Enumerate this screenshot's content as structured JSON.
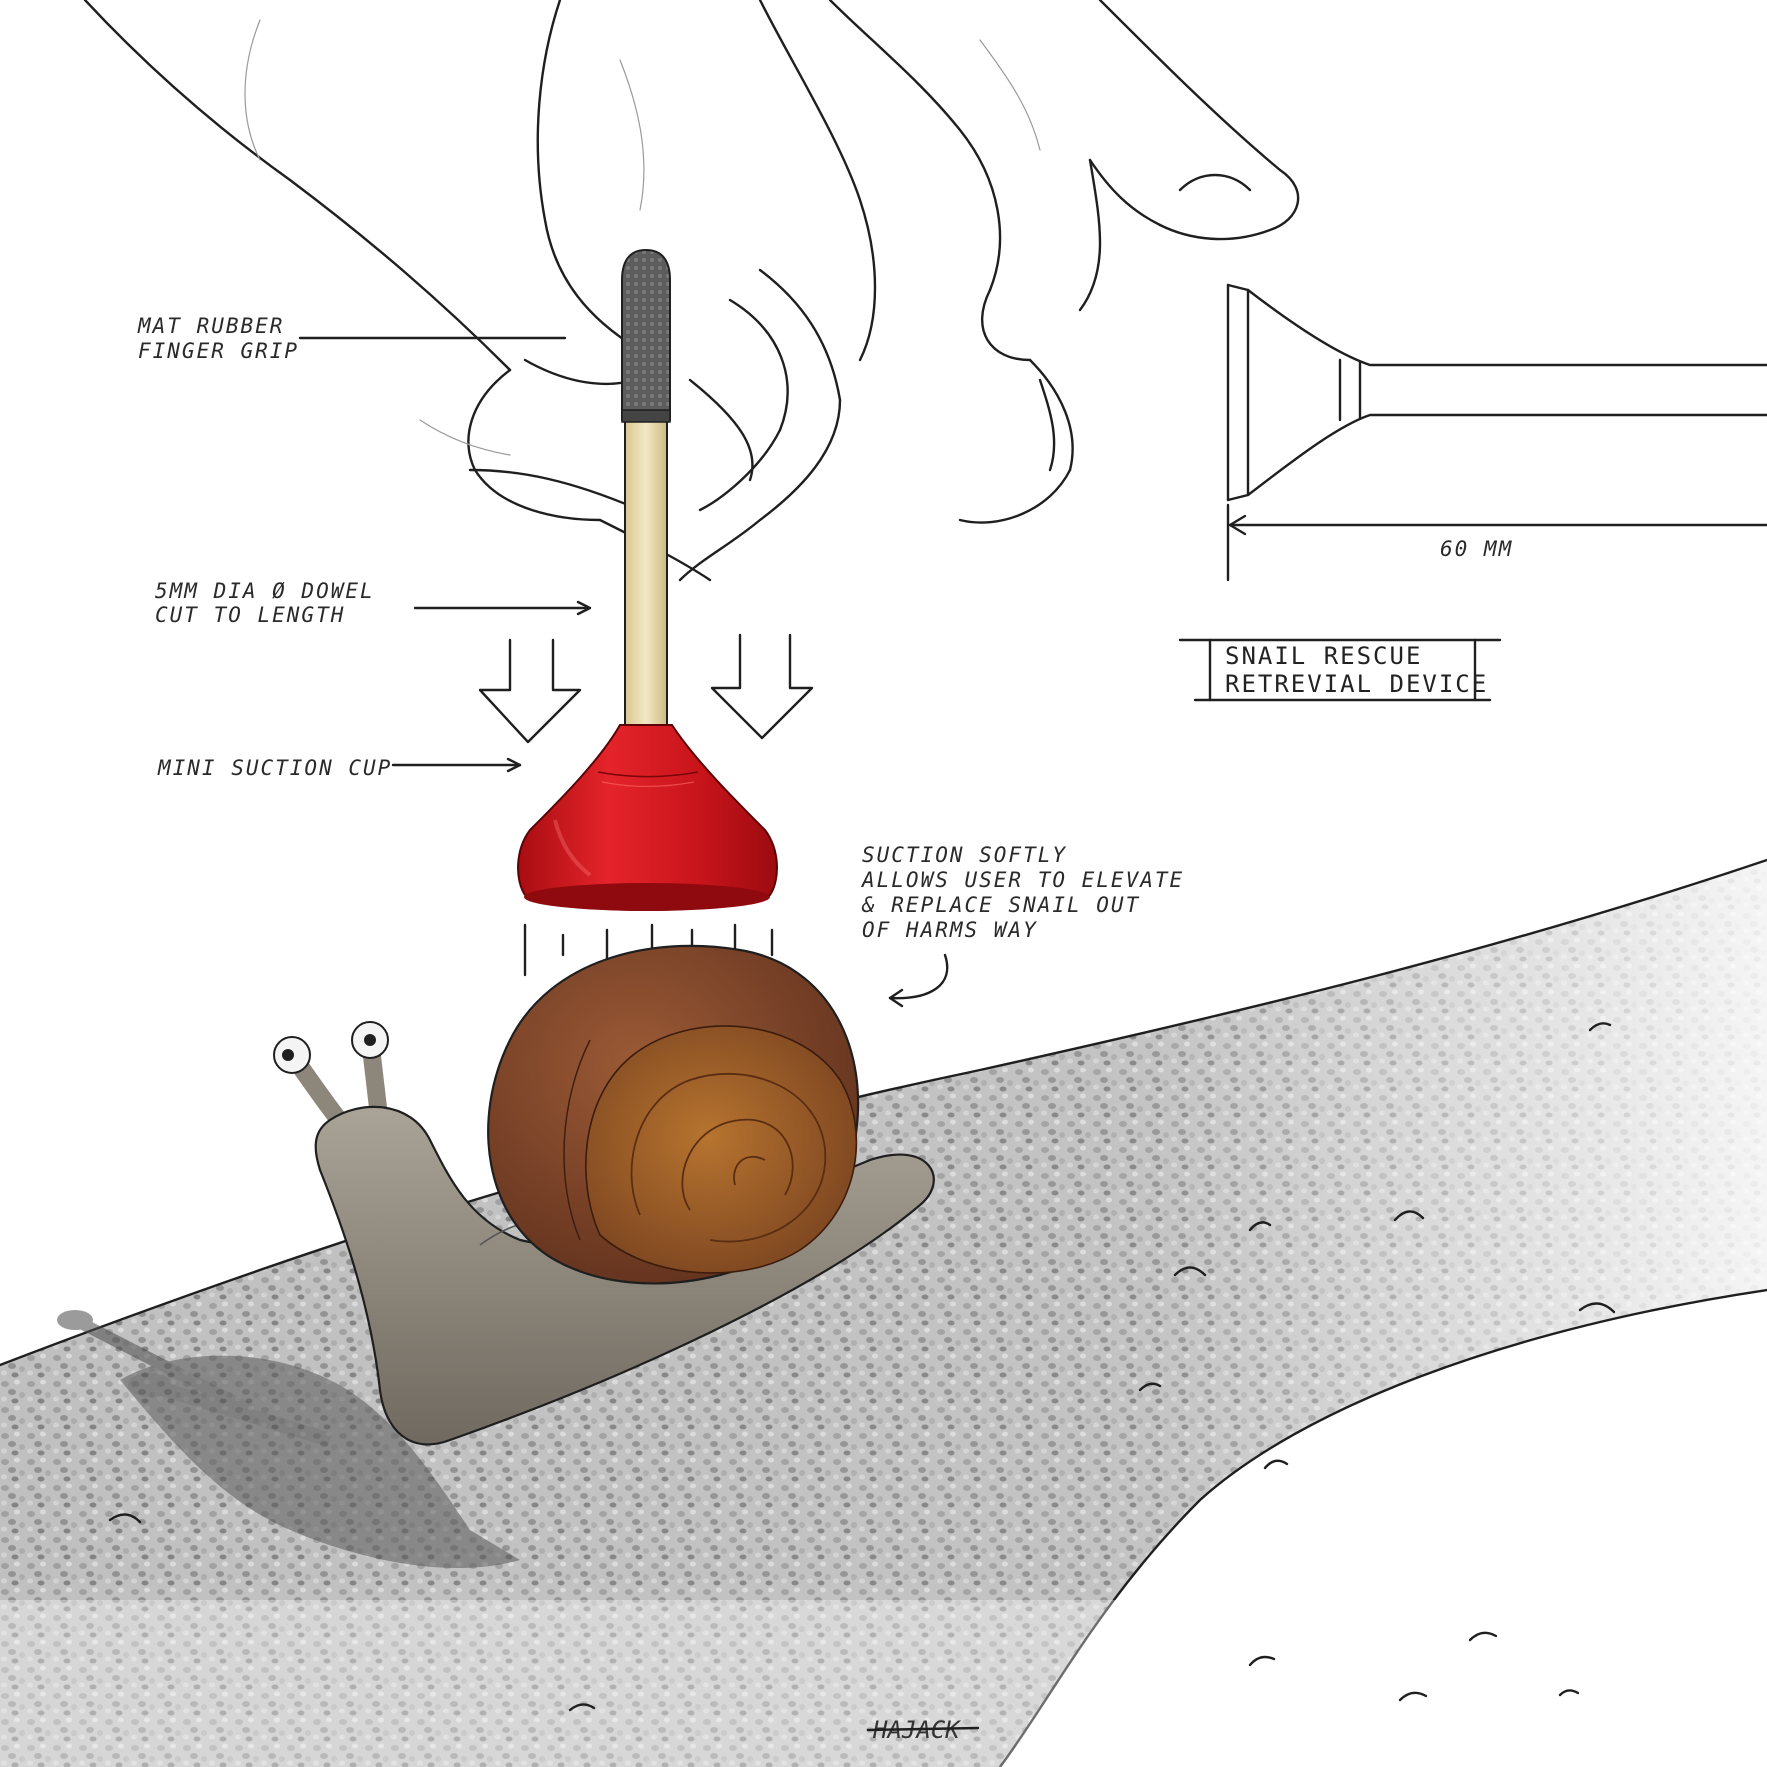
{
  "labels": {
    "grip_line1": "MAT RUBBER",
    "grip_line2": "FINGER GRIP",
    "dowel_line1": "5MM DIA Ø DOWEL",
    "dowel_line2": "CUT TO LENGTH",
    "cup": "MINI SUCTION CUP",
    "note_line1": "SUCTION SOFTLY",
    "note_line2": "ALLOWS USER TO ELEVATE",
    "note_line3": "& REPLACE SNAIL OUT",
    "note_line4": "OF HARMS WAY",
    "dimension": "60 MM",
    "title_line1": "SNAIL RESCUE",
    "title_line2": "RETREVIAL DEVICE",
    "signature": "HAJACK"
  },
  "colors": {
    "grip": "#5a5a5a",
    "dowel": "#efe2b8",
    "cup": "#d3121a",
    "shell": "#8a4a2c",
    "shell_face": "#a8652e",
    "snail_body": "#9d968a",
    "path": "#b9b9b9"
  }
}
